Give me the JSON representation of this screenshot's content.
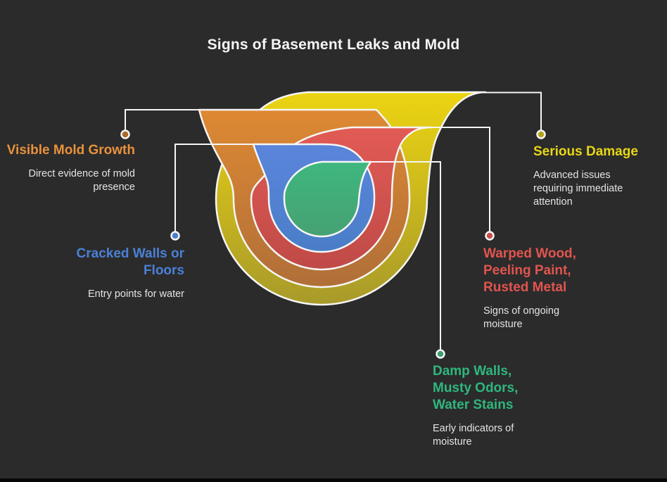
{
  "title": "Signs of Basement Leaks and Mold",
  "theme": {
    "background": "#2b2b2b",
    "title_color": "#f5f5f5",
    "description_color": "#e4e4e4",
    "outline_color": "#f6f6f6"
  },
  "items": [
    {
      "id": "visible-mold-growth",
      "label": "Visible Mold Growth",
      "description": "Direct evidence of mold presence",
      "label_color": "#e8923c",
      "dot_color": "#a96a2a",
      "layer_color_top": "#de8933",
      "layer_color_bottom": "#b06f38"
    },
    {
      "id": "cracked-walls-or-floors",
      "label": "Cracked Walls or Floors",
      "description": "Entry points for water",
      "label_color": "#4b80d6",
      "dot_color": "#4d7fce",
      "layer_color_top": "#5b85db",
      "layer_color_bottom": "#4a7ec8"
    },
    {
      "id": "serious-damage",
      "label": "Serious Damage",
      "description": "Advanced issues requiring immediate attention",
      "label_color": "#e8d616",
      "dot_color": "#b3a41c",
      "layer_color_top": "#ecd412",
      "layer_color_bottom": "#a89a2a"
    },
    {
      "id": "warped-wood-peeling-paint-rusted-metal",
      "label": "Warped Wood, Peeling Paint, Rusted Metal",
      "description": "Signs of ongoing moisture",
      "label_color": "#e2544f",
      "dot_color": "#c4504b",
      "layer_color_top": "#e25b55",
      "layer_color_bottom": "#bf4a47"
    },
    {
      "id": "damp-walls-musty-odors-water-stains",
      "label": "Damp Walls, Musty Odors, Water Stains",
      "description": "Early indicators of moisture",
      "label_color": "#2eb77d",
      "dot_color": "#3f9f72",
      "layer_color_top": "#3fb77e",
      "layer_color_bottom": "#46a173"
    }
  ]
}
